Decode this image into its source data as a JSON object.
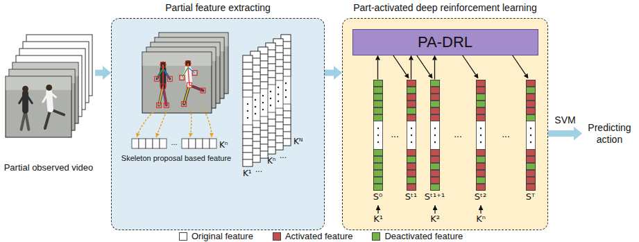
{
  "diagram": {
    "nodes": [
      {
        "text": [
          "Partial observed video"
        ]
      },
      {
        "text": [
          "Partial feature extracting"
        ]
      },
      {
        "text": [
          "Part-activated deep reinforcement learning"
        ]
      },
      {
        "text": [
          "PA-DRL"
        ],
        "in": 2
      },
      {
        "text": [
          "S⁰"
        ],
        "in": 2
      },
      {
        "text": [
          "Sᵗ¹"
        ],
        "in": 2
      },
      {
        "text": [
          "Sᵗ¹⁺¹"
        ],
        "in": 2
      },
      {
        "text": [
          "Sᵗ²"
        ],
        "in": 2
      },
      {
        "text": [
          "Sᵀ"
        ],
        "in": 2
      },
      {
        "text": [
          "Predicting action"
        ]
      }
    ],
    "edges": [
      {
        "from": 0,
        "to": 1,
        "arrow": "to"
      },
      {
        "from": 1,
        "to": 2,
        "arrow": "to"
      },
      {
        "from": 2,
        "to": 9,
        "arrow": "to",
        "label": "SVM"
      },
      {
        "from": 4,
        "to": 3,
        "arrow": "to"
      },
      {
        "from": 3,
        "to": 5,
        "arrow": "to"
      },
      {
        "from": 5,
        "to": 3,
        "arrow": "to"
      },
      {
        "from": 3,
        "to": 6,
        "arrow": "to"
      },
      {
        "from": 6,
        "to": 3,
        "arrow": "to"
      },
      {
        "from": 3,
        "to": 7,
        "arrow": "to"
      },
      {
        "from": 3,
        "to": 8,
        "arrow": "to"
      }
    ],
    "labels": [
      "Skeleton proposal based feature",
      "Kⁿ",
      "...",
      "K¹",
      "...",
      "Kⁿ",
      "...",
      "Kᴺ",
      "...",
      "...",
      "...",
      "K¹",
      "K²",
      "Kⁿ"
    ],
    "legend": [
      {
        "text": "Original feature",
        "color": "#ffffff"
      },
      {
        "text": "Activated feature",
        "color": "#c0504d"
      },
      {
        "text": "Deactivated feature",
        "color": "#77b249"
      }
    ]
  }
}
